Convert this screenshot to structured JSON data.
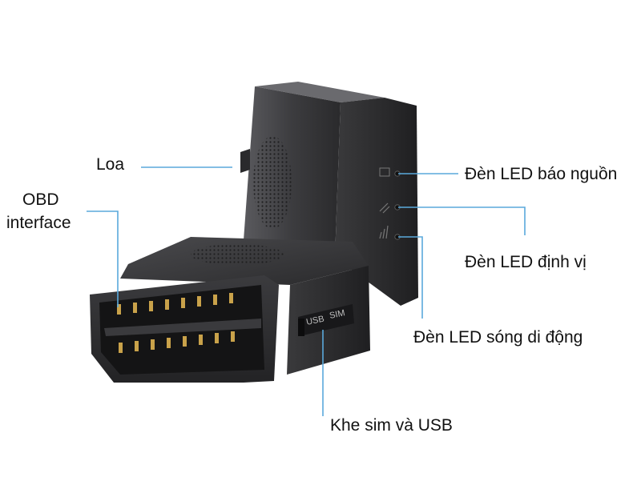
{
  "labels": {
    "speaker": "Loa",
    "obd_line1": "OBD",
    "obd_line2": "interface",
    "power_led": "Đèn LED báo nguồn",
    "gps_led": "Đèn LED định vị",
    "cell_led": "Đèn LED sóng di động",
    "sim_usb_slot": "Khe sim và USB"
  },
  "device_markings": {
    "usb": "USB",
    "sim": "SIM"
  },
  "colors": {
    "leader_line": "#5aa9dc",
    "device_body": "#2b2b2d",
    "connector_pins": "#c9a24a"
  }
}
